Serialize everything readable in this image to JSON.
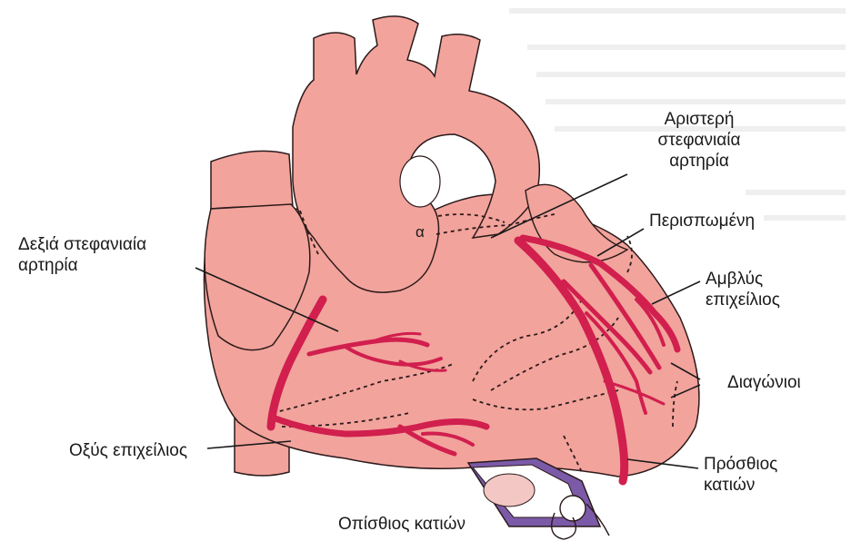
{
  "labels": {
    "left_coronary": [
      "Αριστερή",
      "στεφανιαία",
      "αρτηρία"
    ],
    "circumflex": "Περισπωμένη",
    "right_coronary": [
      "Δεξιά στεφανιαία",
      "αρτηρία"
    ],
    "obtuse_marginal": [
      "Αμβλύς",
      "επιχείλιος"
    ],
    "diagonals": "Διαγώνιοι",
    "acute_marginal": "Οξύς επιχείλιος",
    "anterior_descending": [
      "Πρόσθιος",
      "κατιών"
    ],
    "posterior_descending": "Οπίσθιος κατιών",
    "alpha": "α"
  },
  "colors": {
    "heart_fill": "#f2a39c",
    "heart_stroke": "#2b1a1a",
    "artery": "#d11f4e",
    "background_text": "#eeeeee",
    "device": "#7b5aa8"
  }
}
